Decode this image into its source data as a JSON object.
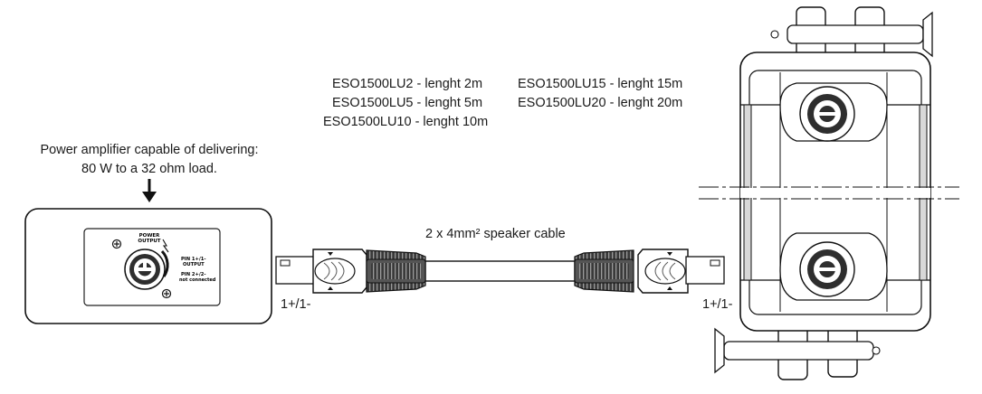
{
  "models_left": [
    "ESO1500LU2 - lenght 2m",
    "ESO1500LU5 - lenght 5m",
    "ESO1500LU10 - lenght 10m"
  ],
  "models_right": [
    "ESO1500LU15 - lenght 15m",
    "ESO1500LU20 - lenght 20m"
  ],
  "amplifier": {
    "caption_line1": "Power amplifier capable of delivering:",
    "caption_line2": "80 W to a 32 ohm load.",
    "panel_power": "POWER",
    "panel_output": "OUTPUT",
    "panel_pin1": "PIN 1+/1-",
    "panel_pin1_sub": "OUTPUT",
    "panel_pin2": "PIN 2+/2-",
    "panel_pin2_sub": "not connected"
  },
  "cable_label": "2 x 4mm² speaker cable",
  "pin_left": "1+/1-",
  "pin_right": "1+/1-"
}
